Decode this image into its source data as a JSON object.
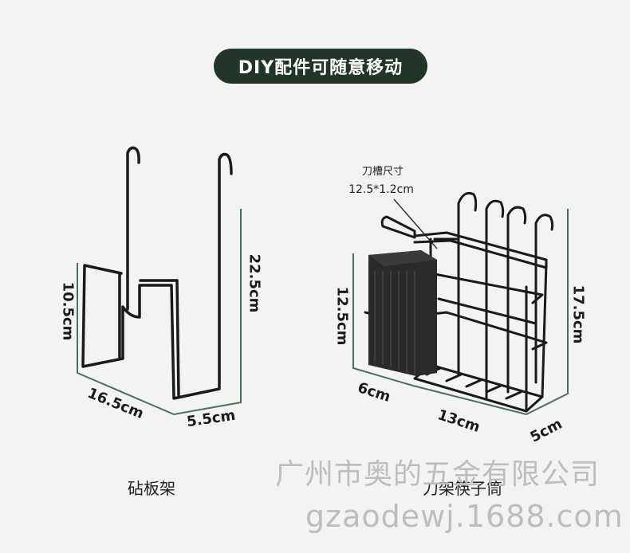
{
  "header": {
    "title": "DIY配件可随意移动"
  },
  "left_product": {
    "label": "砧板架",
    "dims": {
      "height_total": "22.5cm",
      "height_side": "10.5cm",
      "width": "16.5cm",
      "depth": "5.5cm"
    }
  },
  "right_product": {
    "label": "刀架筷子筒",
    "slot_title": "刀槽尺寸",
    "slot_size": "12.5*1.2cm",
    "dims": {
      "cup_height": "12.5cm",
      "total_height": "17.5cm",
      "cup_width": "6cm",
      "length": "13cm",
      "depth": "5cm"
    }
  },
  "watermark": {
    "company": "广州市奥的五金有限公司",
    "url": "gzaodewj.1688.com"
  },
  "colors": {
    "pill_bg": "#213528",
    "dimension_line": "#4e6e58",
    "wire": "#1a1a1a",
    "background": "#f3f3f3"
  }
}
